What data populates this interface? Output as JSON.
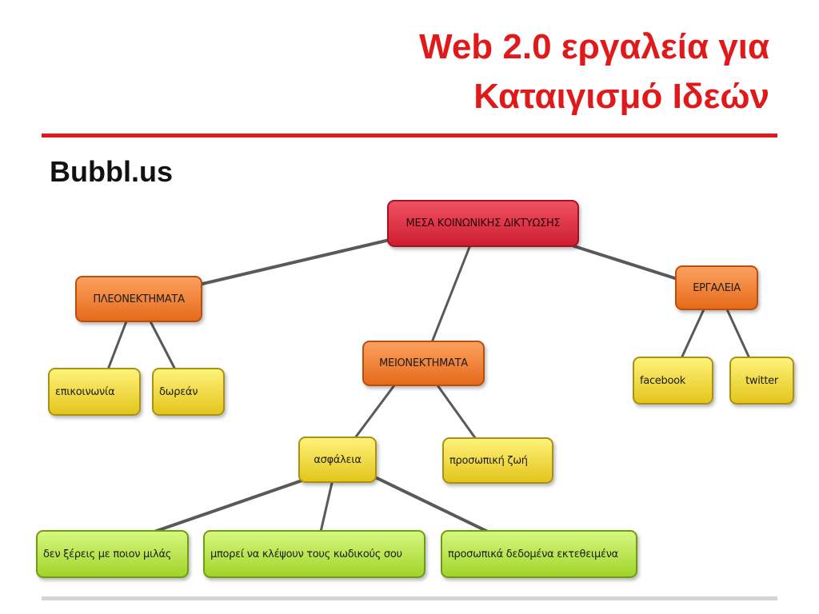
{
  "slide": {
    "title_line1": "Web 2.0 εργαλεία για",
    "title_line2": "Καταιγισμό Ιδεών",
    "subtitle": "Bubbl.us"
  },
  "mindmap": {
    "root": "ΜΕΣΑ ΚΟΙΝΩΝΙΚΗΣ ΔΙΚΤΥΩΣΗΣ",
    "advantages": "ΠΛΕΟΝΕΚΤΗΜΑΤΑ",
    "communication": "επικοινωνία",
    "free": "δωρεάν",
    "disadvantages": "ΜΕΙΟΝΕΚΤΗΜΑΤΑ",
    "security": "ασφάλεια",
    "privacy": "προσωπική ζωή",
    "unknown_contact": "δεν ξέρεις με ποιον μιλάς",
    "stolen_passwords": "μπορεί να κλέψουν τους κωδικούς σου",
    "exposed_data": "προσωπικά δεδομένα εκτεθειμένα",
    "tools": "ΕΡΓΑΛΕΙΑ",
    "facebook": "facebook",
    "twitter": "twitter"
  },
  "colors": {
    "title": "#e01a1a",
    "root_node": "#e0283b",
    "category_node": "#f07a2a",
    "item_node": "#f3d73a",
    "leaf_node": "#b8e43e",
    "connector": "#595959"
  }
}
